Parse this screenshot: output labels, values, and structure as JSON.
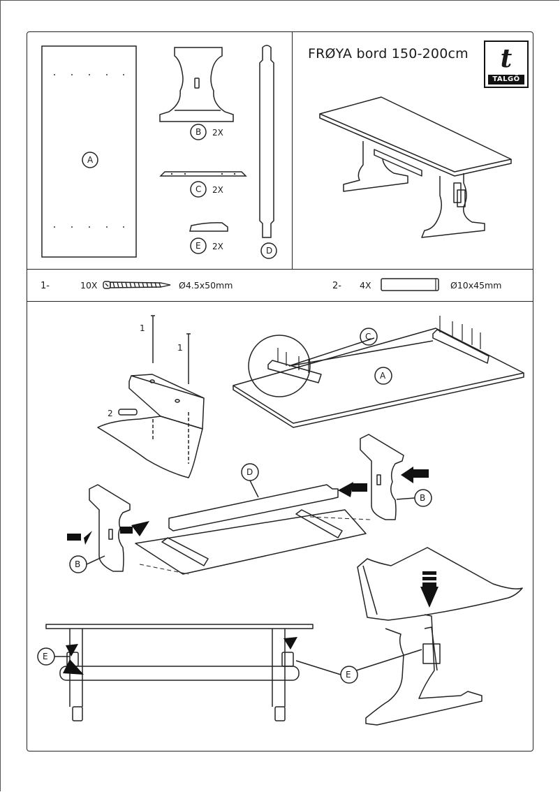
{
  "header": {
    "title": "FRØYA bord 150-200cm",
    "brand": "TALGÖ"
  },
  "parts": [
    {
      "letter": "A",
      "qty": ""
    },
    {
      "letter": "B",
      "qty": "2X"
    },
    {
      "letter": "C",
      "qty": "2X"
    },
    {
      "letter": "E",
      "qty": "2X"
    },
    {
      "letter": "D",
      "qty": ""
    }
  ],
  "hardware": [
    {
      "step": "1-",
      "qty": "10X",
      "item": "screw",
      "size": "Ø4.5x50mm"
    },
    {
      "step": "2-",
      "qty": "4X",
      "item": "dowel",
      "size": "Ø10x45mm"
    }
  ],
  "assembly": {
    "detail_labels": {
      "screw": "1",
      "screw2": "1",
      "dowel": "2"
    },
    "callouts": [
      "A",
      "C",
      "D",
      "B",
      "B",
      "E",
      "E"
    ]
  }
}
